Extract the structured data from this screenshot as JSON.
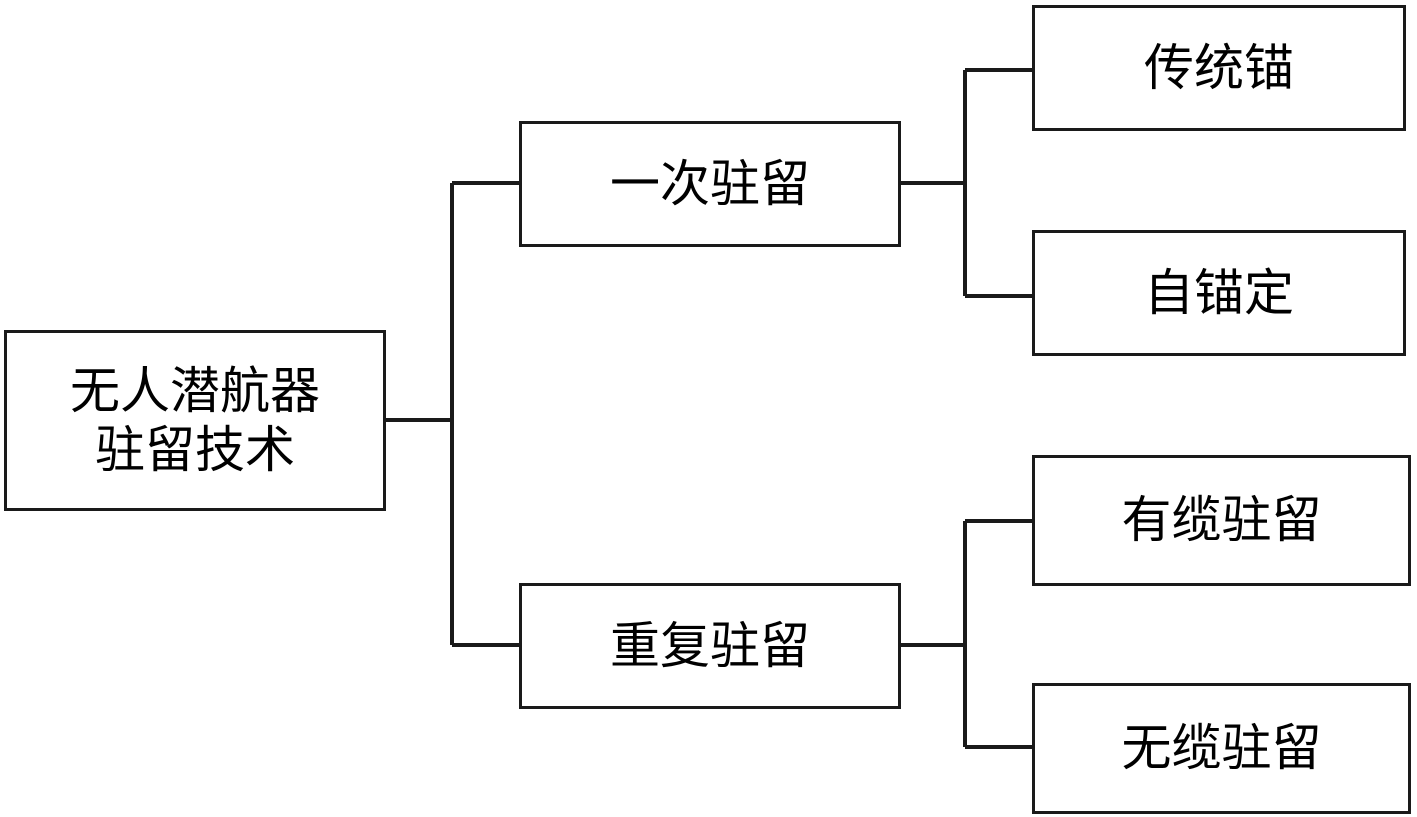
{
  "diagram": {
    "title_text": "无人潜航器驻留技术",
    "type": "tree-hierarchy",
    "orientation": "left-to-right",
    "style": {
      "box_border_color": "#1a1a1a",
      "box_fill_color": "#ffffff",
      "connector_color": "#1a1a1a",
      "text_color": "#000000",
      "background_color": "#ffffff"
    },
    "nodes": {
      "root": {
        "label": "无人潜航器\n驻留技术",
        "level": 1
      },
      "level2": [
        {
          "id": "single-residence",
          "label": "一次驻留",
          "level": 2
        },
        {
          "id": "repeat-residence",
          "label": "重复驻留",
          "level": 2
        }
      ],
      "level3": [
        {
          "id": "traditional-anchor",
          "label": "传统锚",
          "level": 3,
          "parent": "single-residence"
        },
        {
          "id": "self-anchoring",
          "label": "自锚定",
          "level": 3,
          "parent": "single-residence"
        },
        {
          "id": "tethered-residence",
          "label": "有缆驻留",
          "level": 3,
          "parent": "repeat-residence"
        },
        {
          "id": "untethered-residence",
          "label": "无缆驻留",
          "level": 3,
          "parent": "repeat-residence"
        }
      ]
    }
  }
}
